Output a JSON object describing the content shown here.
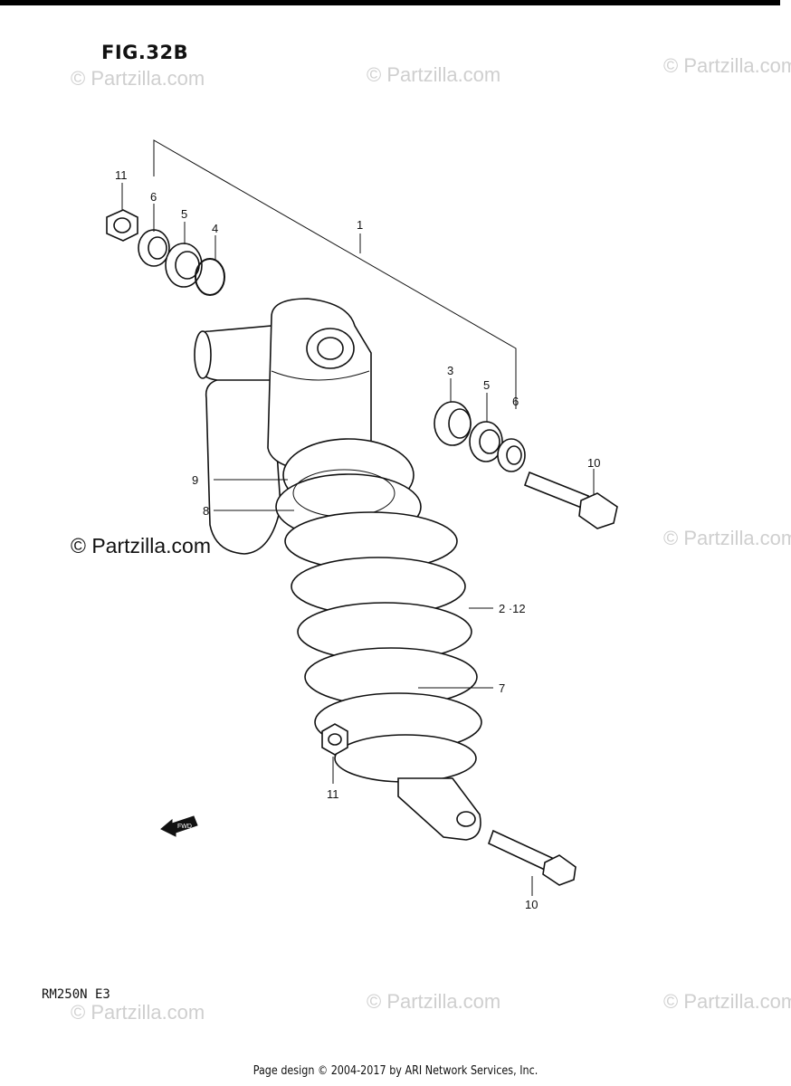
{
  "figure": {
    "title": "FIG.32B",
    "model": "RM250N  E3"
  },
  "watermarks": {
    "small": "© Partzilla.com",
    "main": "© Partzilla.com"
  },
  "callouts": {
    "c1": "1",
    "c2_12": "2 ·12",
    "c3": "3",
    "c4": "4",
    "c5a": "5",
    "c5b": "5",
    "c6a": "6",
    "c6b": "6",
    "c7": "7",
    "c8": "8",
    "c9": "9",
    "c10a": "10",
    "c10b": "10",
    "c11a": "11",
    "c11b": "11"
  },
  "fwd_label": "FWD",
  "footer": "Page design © 2004-2017 by ARI Network Services, Inc."
}
